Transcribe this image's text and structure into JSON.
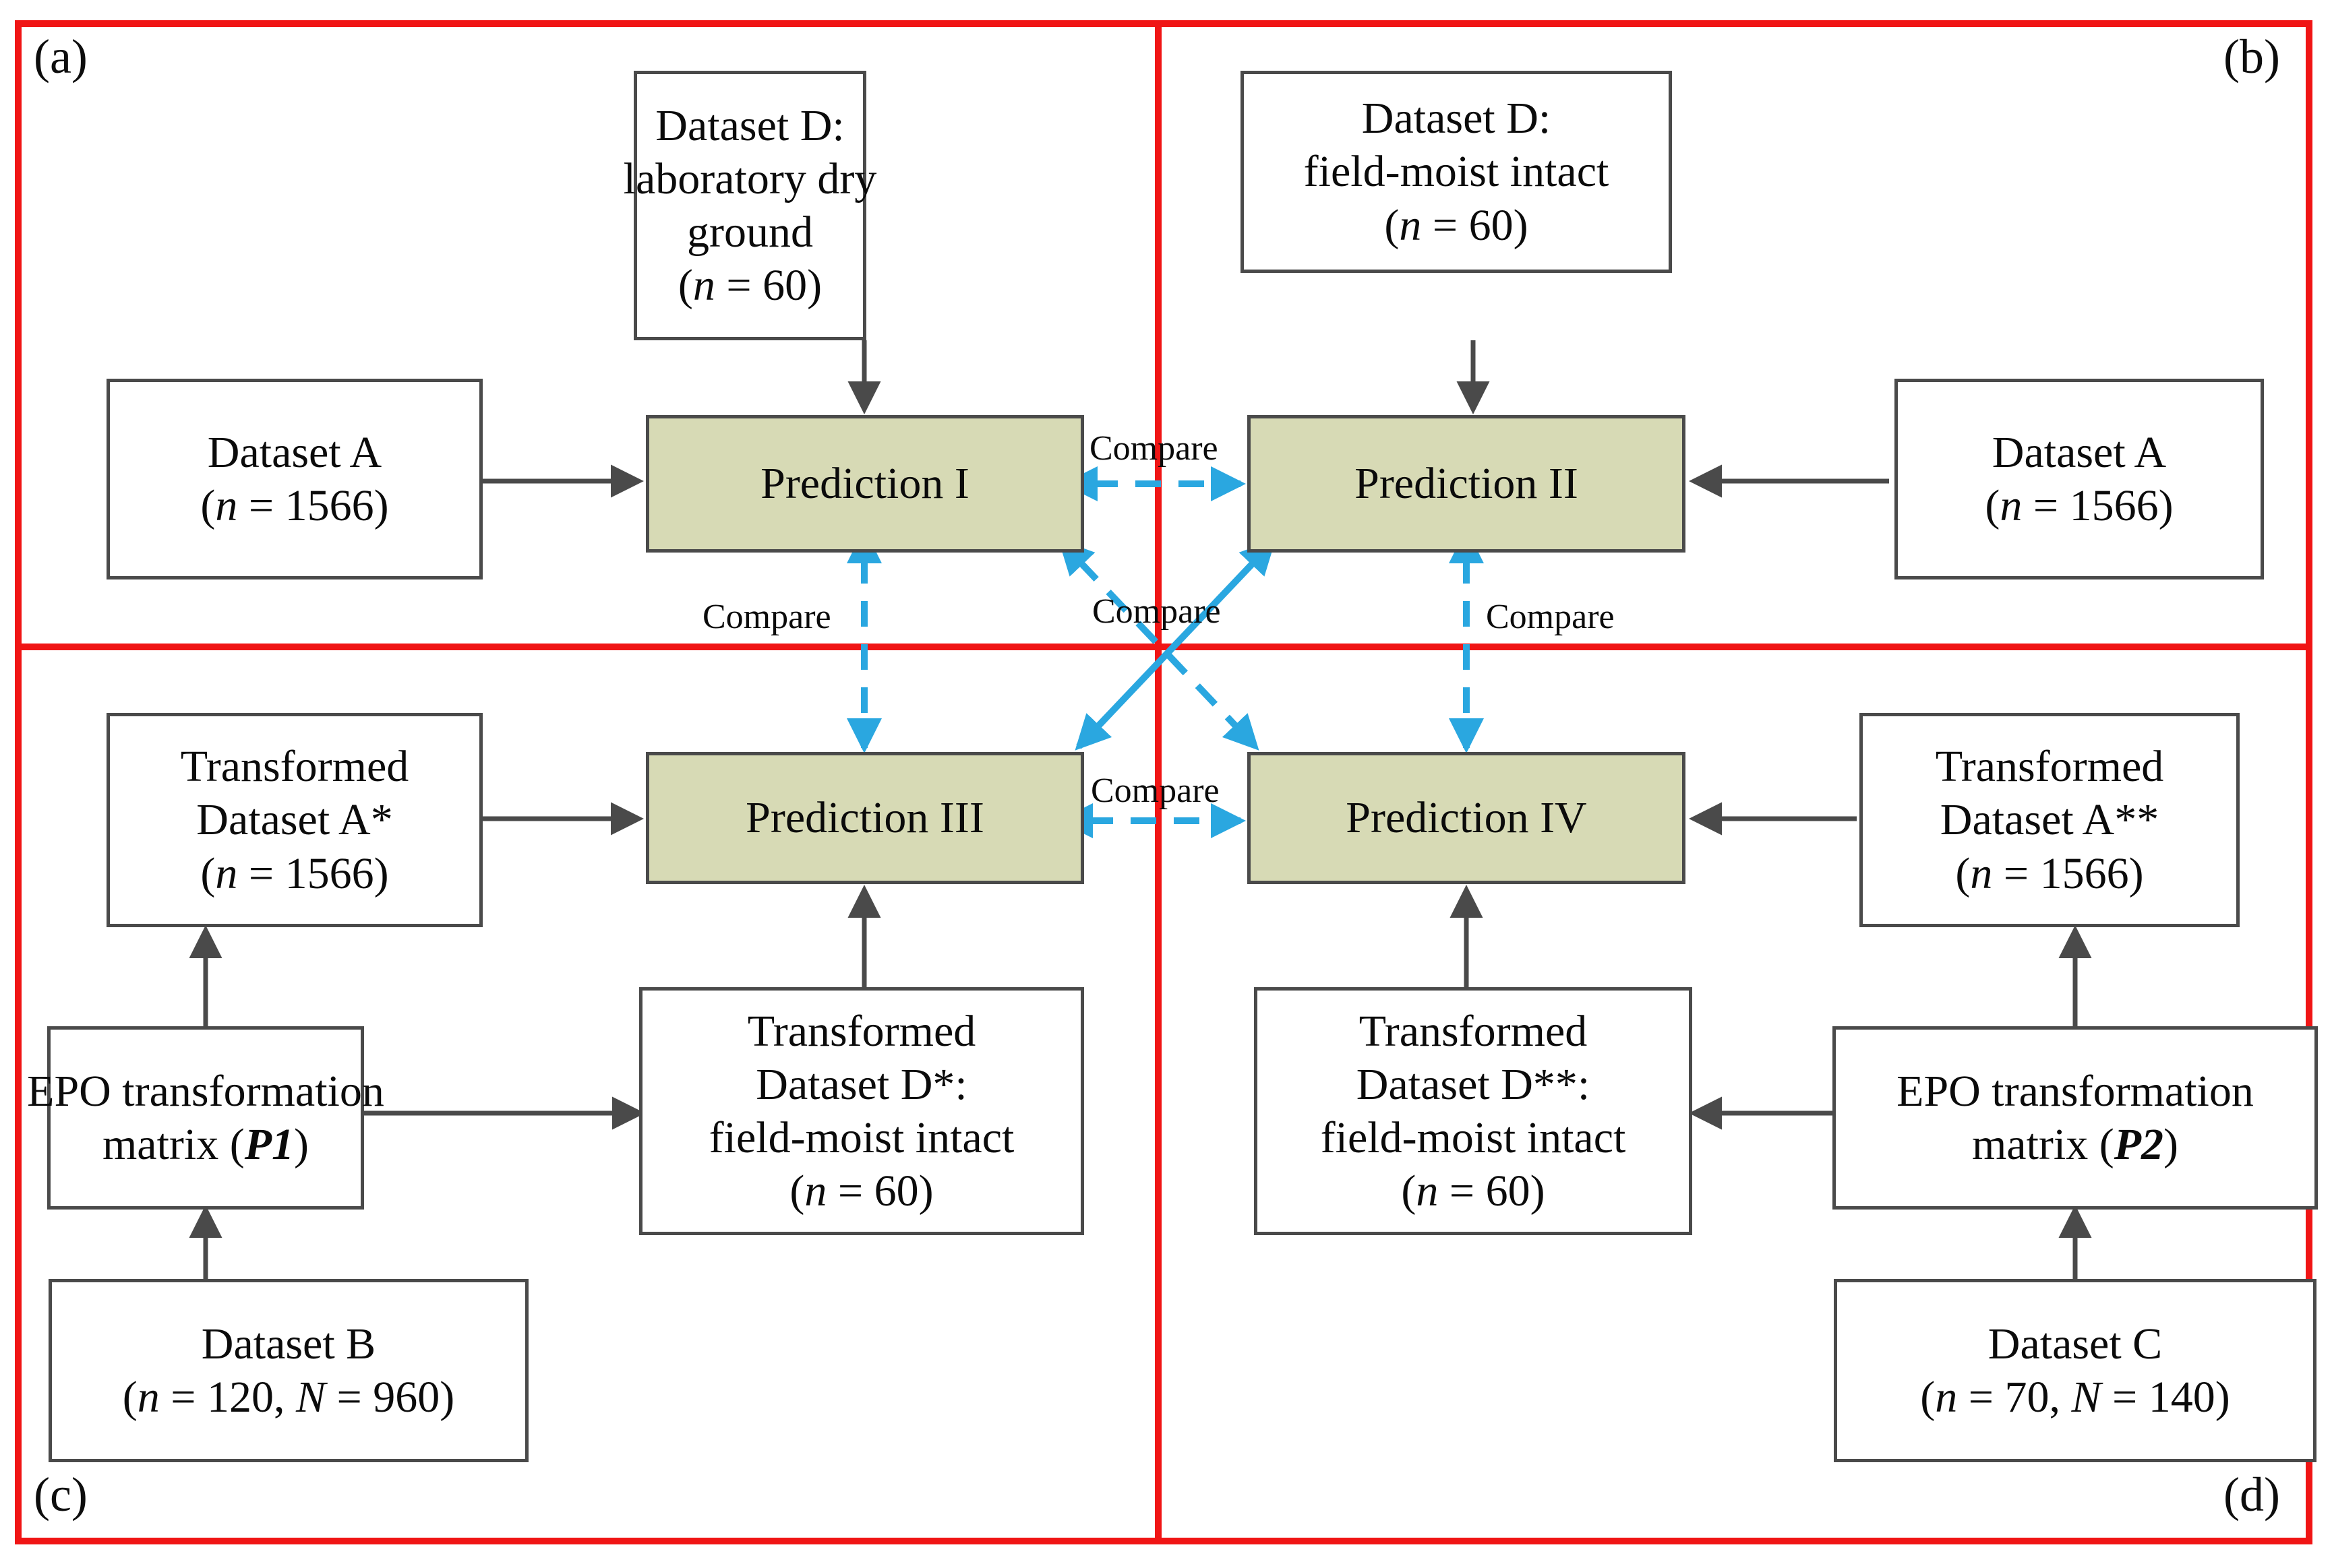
{
  "figure": {
    "kind": "flow-diagram",
    "colors": {
      "panel_divider": "#f01515",
      "prediction_fill": "#d7dab5",
      "node_border": "#4a4a4a",
      "compare_arrow": "#2aa7e0",
      "flow_arrow": "#4a4a4a",
      "text": "#0b0b0b",
      "background": "#ffffff"
    }
  },
  "panels": {
    "a": "(a)",
    "b": "(b)",
    "c": "(c)",
    "d": "(d)"
  },
  "nodes": {
    "dataset_d_lab": {
      "lines": [
        "Dataset D:",
        "laboratory dry",
        "ground"
      ],
      "stat_open": "(",
      "stat_var": "n",
      "stat_eq": " = 60",
      "stat_close": ")"
    },
    "dataset_a_left": {
      "lines": [
        "Dataset A"
      ],
      "stat_open": "(",
      "stat_var": "n",
      "stat_eq": " = 1566",
      "stat_close": ")"
    },
    "prediction_1": {
      "lines": [
        "Prediction I"
      ]
    },
    "dataset_d_field": {
      "lines": [
        "Dataset D:",
        "field-moist intact"
      ],
      "stat_open": "(",
      "stat_var": "n",
      "stat_eq": " = 60",
      "stat_close": ")"
    },
    "dataset_a_right": {
      "lines": [
        "Dataset A"
      ],
      "stat_open": "(",
      "stat_var": "n",
      "stat_eq": " = 1566",
      "stat_close": ")"
    },
    "prediction_2": {
      "lines": [
        "Prediction II"
      ]
    },
    "transformed_a_star": {
      "lines": [
        "Transformed",
        "Dataset A*"
      ],
      "stat_open": "(",
      "stat_var": "n",
      "stat_eq": " = 1566",
      "stat_close": ")"
    },
    "prediction_3": {
      "lines": [
        "Prediction III"
      ]
    },
    "epo_p1": {
      "lines": [
        "EPO transformation"
      ],
      "matrix_prefix": "matrix (",
      "matrix_symbol": "P1",
      "matrix_suffix": ")"
    },
    "transformed_d_star": {
      "lines": [
        "Transformed",
        "Dataset D*:",
        "field-moist intact"
      ],
      "stat_open": "(",
      "stat_var": "n",
      "stat_eq": " = 60",
      "stat_close": ")"
    },
    "dataset_b": {
      "lines": [
        "Dataset B"
      ],
      "stat_open": "(",
      "stat_var": "n",
      "stat_eq": " = 120, ",
      "stat_var2": "N",
      "stat_eq2": " = 960",
      "stat_close": ")"
    },
    "transformed_a_dstar": {
      "lines": [
        "Transformed",
        "Dataset A**"
      ],
      "stat_open": "(",
      "stat_var": "n",
      "stat_eq": " = 1566",
      "stat_close": ")"
    },
    "prediction_4": {
      "lines": [
        "Prediction IV"
      ]
    },
    "epo_p2": {
      "lines": [
        "EPO transformation"
      ],
      "matrix_prefix": "matrix (",
      "matrix_symbol": "P2",
      "matrix_suffix": ")"
    },
    "transformed_d_dstar": {
      "lines": [
        "Transformed",
        "Dataset D**:",
        "field-moist intact"
      ],
      "stat_open": "(",
      "stat_var": "n",
      "stat_eq": " = 60",
      "stat_close": ")"
    },
    "dataset_c": {
      "lines": [
        "Dataset C"
      ],
      "stat_open": "(",
      "stat_var": "n",
      "stat_eq": " = 70, ",
      "stat_var2": "N",
      "stat_eq2": " = 140",
      "stat_close": ")"
    }
  },
  "compare_labels": {
    "top": "Compare",
    "bottom": "Compare",
    "left": "Compare",
    "right": "Compare",
    "center": "Compare"
  }
}
